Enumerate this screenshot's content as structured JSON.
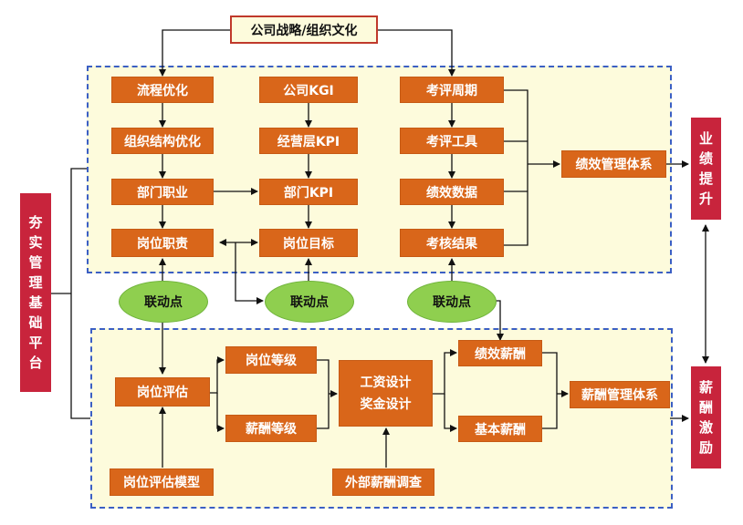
{
  "top": {
    "title": "公司战略/组织文化"
  },
  "side_left": {
    "chars": [
      "夯",
      "实",
      "管",
      "理",
      "基",
      "础",
      "平",
      "台"
    ]
  },
  "side_right_top": {
    "chars": [
      "业",
      "绩",
      "提",
      "升"
    ]
  },
  "side_right_bottom": {
    "chars": [
      "薪",
      "酬",
      "激",
      "励"
    ]
  },
  "upper": {
    "col1": [
      "流程优化",
      "组织结构优化",
      "部门职业",
      "岗位职责"
    ],
    "col2": [
      "公司KGI",
      "经营层KPI",
      "部门KPI",
      "岗位目标"
    ],
    "col3": [
      "考评周期",
      "考评工具",
      "绩效数据",
      "考核结果"
    ],
    "system": "绩效管理体系"
  },
  "links": [
    "联动点",
    "联动点",
    "联动点"
  ],
  "lower": {
    "eval": "岗位评估",
    "eval_model": "岗位评估模型",
    "grade_post": "岗位等级",
    "grade_pay": "薪酬等级",
    "design_line1": "工资设计",
    "design_line2": "奖金设计",
    "survey": "外部薪酬调查",
    "perf_pay": "绩效薪酬",
    "base_pay": "基本薪酬",
    "system": "薪酬管理体系"
  },
  "colors": {
    "box": "#d9661a",
    "side": "#c8243c",
    "ellipse": "#8fcf4f",
    "region_fill": "#fdfbdc",
    "region_border": "#3b5fc4"
  }
}
